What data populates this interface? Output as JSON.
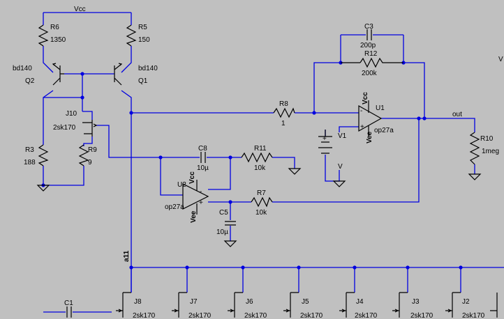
{
  "nets": {
    "vcc": "Vcc",
    "out": "out",
    "a11": "a11",
    "v_edge": "V"
  },
  "components": {
    "R6": {
      "ref": "R6",
      "value": "1350"
    },
    "R5": {
      "ref": "R5",
      "value": "150"
    },
    "Q2": {
      "ref": "Q2",
      "model": "bd140"
    },
    "Q1": {
      "ref": "Q1",
      "model": "bd140"
    },
    "J10": {
      "ref": "J10",
      "model": "2sk170"
    },
    "R3": {
      "ref": "R3",
      "value": "188"
    },
    "R9": {
      "ref": "R9",
      "value": "9"
    },
    "C3": {
      "ref": "C3",
      "value": "200p"
    },
    "R12": {
      "ref": "R12",
      "value": "200k"
    },
    "R8": {
      "ref": "R8",
      "value": "1"
    },
    "U1": {
      "ref": "U1",
      "model": "op27a",
      "vcc": "Vcc",
      "vee": "Vee"
    },
    "V1": {
      "ref": "V1",
      "value": "V"
    },
    "R10": {
      "ref": "R10",
      "value": "1meg"
    },
    "C8": {
      "ref": "C8",
      "value": "10µ"
    },
    "R11": {
      "ref": "R11",
      "value": "10k"
    },
    "U2": {
      "ref": "U2",
      "model": "op27a",
      "vcc": "Vcc",
      "vee": "Vee"
    },
    "R7": {
      "ref": "R7",
      "value": "10k"
    },
    "C5": {
      "ref": "C5",
      "value": "10µ"
    },
    "C1": {
      "ref": "C1"
    },
    "J8": {
      "ref": "J8",
      "model": "2sk170"
    },
    "J7": {
      "ref": "J7",
      "model": "2sk170"
    },
    "J6": {
      "ref": "J6",
      "model": "2sk170"
    },
    "J5": {
      "ref": "J5",
      "model": "2sk170"
    },
    "J4": {
      "ref": "J4",
      "model": "2sk170"
    },
    "J3": {
      "ref": "J3",
      "model": "2sk170"
    },
    "J2": {
      "ref": "J2",
      "model": "2sk170"
    }
  },
  "opamp_pins": {
    "plus": "+",
    "minus": "-"
  }
}
